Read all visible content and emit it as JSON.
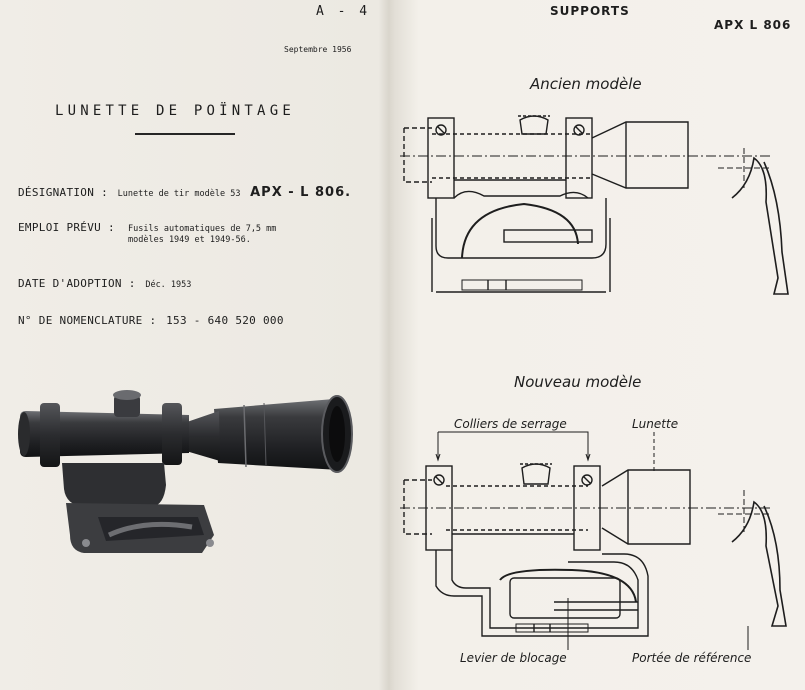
{
  "left_page": {
    "page_number": "A - 4",
    "date": "Septembre 1956",
    "title": "LUNETTE DE POÏNTAGE",
    "fields": {
      "designation": {
        "label": "DÉSIGNATION :",
        "text": "Lunette de tir modèle 53",
        "model": "APX - L 806."
      },
      "usage": {
        "label": "EMPLOI PRÉVU :",
        "line1": "Fusils automatiques de 7,5 mm",
        "line2": "modèles 1949 et 1949-56."
      },
      "adoption": {
        "label": "DATE D'ADOPTION :",
        "value": "Déc. 1953"
      },
      "nomenclature": {
        "label": "N° DE NOMENCLATURE :",
        "value": "153 - 640 520 000"
      }
    }
  },
  "right_page": {
    "header": "SUPPORTS",
    "reference": "APX L 806",
    "old_model": {
      "title": "Ancien modèle"
    },
    "new_model": {
      "title": "Nouveau modèle",
      "labels": {
        "collars": "Colliers de serrage",
        "scope": "Lunette",
        "lever": "Levier de blocage",
        "reference_surface": "Portée de référence"
      }
    }
  },
  "colors": {
    "paper": "#efece6",
    "ink": "#1e1e1e",
    "photo_metal": "#2c2d30"
  }
}
